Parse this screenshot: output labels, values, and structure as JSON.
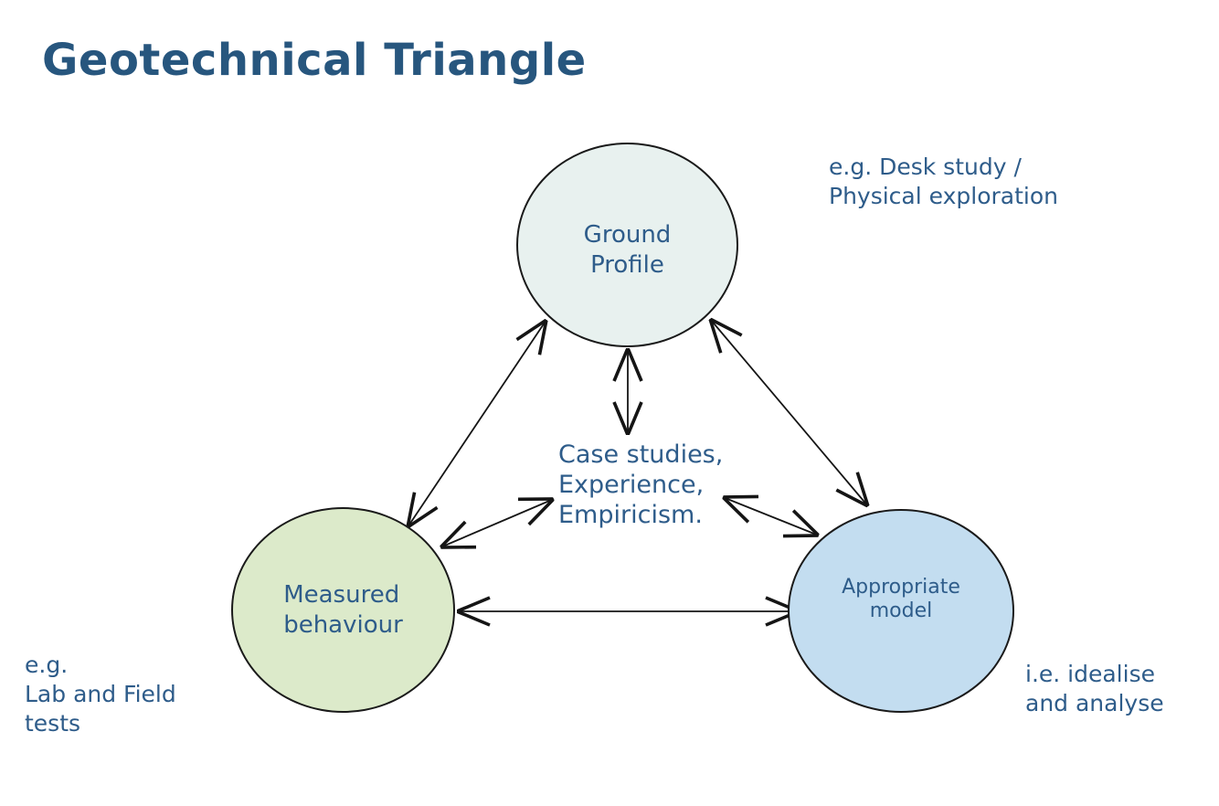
{
  "title": "Geotechnical Triangle",
  "nodes": {
    "ground": {
      "label": "Ground\nProfile"
    },
    "measured": {
      "label": "Measured\nbehaviour"
    },
    "model": {
      "label": "Appropriate\nmodel"
    }
  },
  "center_note": "Case studies,\nExperience,\nEmpiricism.",
  "annotations": {
    "ground_note": "e.g. Desk study /\nPhysical exploration",
    "measured_note": "e.g.\nLab and Field\ntests",
    "model_note": "i.e. idealise\nand analyse"
  },
  "colors": {
    "node_ground_fill": "#e8f1ef",
    "node_measured_fill": "#dceaca",
    "node_model_fill": "#c3ddf0",
    "text_blue": "#2e5c8a",
    "title_blue": "#27567e",
    "arrow_black": "#151515",
    "background": "#ffffff"
  }
}
